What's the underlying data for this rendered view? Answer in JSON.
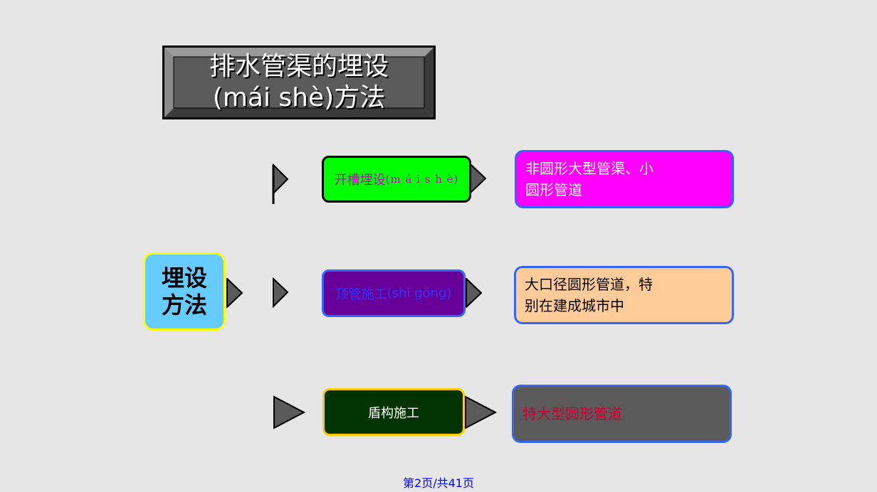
{
  "title": {
    "line1": "排水管渠的埋设",
    "line2": "(mái shè)方法"
  },
  "hub": {
    "line1": "埋设",
    "line2": "方法"
  },
  "methods": [
    {
      "label": "开槽埋设",
      "pinyin": "(m á i  s h è)",
      "color": "#00ff00",
      "text_color": "#cc00cc",
      "description_line1": "非圆形大型管渠、小",
      "description_line2": "圆形管道",
      "description_bg": "#ff00ff",
      "description_color": "#ffffff"
    },
    {
      "label": "顶管施工",
      "pinyin": "(shī gōng)",
      "color": "#660099",
      "text_color": "#3333ff",
      "description_line1": "大口径圆形管道，特",
      "description_line2": "别在建成城市中",
      "description_bg": "#ffcc99",
      "description_color": "#000000"
    },
    {
      "label": "盾构施工",
      "color": "#003300",
      "text_color": "#ffffff",
      "description_line1": "特大型圆形管道",
      "description_bg": "#5a5a5a",
      "description_color": "#cc0033"
    }
  ],
  "footer": "第2页/共41页"
}
